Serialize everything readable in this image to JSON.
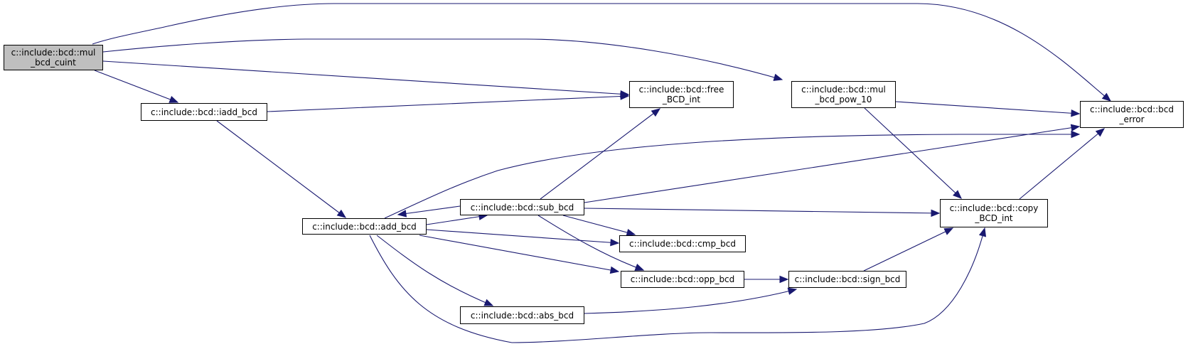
{
  "diagram": {
    "type": "call-graph",
    "root": "mul_bcd_cuint",
    "nodes": [
      {
        "id": "mul_bcd_cuint",
        "label": "c::include::bcd::mul\n_bcd_cuint",
        "root": true
      },
      {
        "id": "iadd_bcd",
        "label": "c::include::bcd::iadd_bcd"
      },
      {
        "id": "free_BCD_int",
        "label": "c::include::bcd::free\n_BCD_int"
      },
      {
        "id": "mul_bcd_pow_10",
        "label": "c::include::bcd::mul\n_bcd_pow_10"
      },
      {
        "id": "bcd_error",
        "label": "c::include::bcd::bcd\n_error"
      },
      {
        "id": "add_bcd",
        "label": "c::include::bcd::add_bcd"
      },
      {
        "id": "sub_bcd",
        "label": "c::include::bcd::sub_bcd"
      },
      {
        "id": "copy_BCD_int",
        "label": "c::include::bcd::copy\n_BCD_int"
      },
      {
        "id": "cmp_bcd",
        "label": "c::include::bcd::cmp_bcd"
      },
      {
        "id": "opp_bcd",
        "label": "c::include::bcd::opp_bcd"
      },
      {
        "id": "sign_bcd",
        "label": "c::include::bcd::sign_bcd"
      },
      {
        "id": "abs_bcd",
        "label": "c::include::bcd::abs_bcd"
      }
    ],
    "edges": [
      {
        "from": "mul_bcd_cuint",
        "to": "bcd_error"
      },
      {
        "from": "mul_bcd_cuint",
        "to": "mul_bcd_pow_10"
      },
      {
        "from": "mul_bcd_cuint",
        "to": "free_BCD_int"
      },
      {
        "from": "mul_bcd_cuint",
        "to": "iadd_bcd"
      },
      {
        "from": "iadd_bcd",
        "to": "free_BCD_int"
      },
      {
        "from": "iadd_bcd",
        "to": "add_bcd"
      },
      {
        "from": "mul_bcd_pow_10",
        "to": "bcd_error"
      },
      {
        "from": "mul_bcd_pow_10",
        "to": "copy_BCD_int"
      },
      {
        "from": "add_bcd",
        "to": "bcd_error"
      },
      {
        "from": "add_bcd",
        "to": "sub_bcd"
      },
      {
        "from": "add_bcd",
        "to": "cmp_bcd"
      },
      {
        "from": "add_bcd",
        "to": "opp_bcd"
      },
      {
        "from": "add_bcd",
        "to": "abs_bcd"
      },
      {
        "from": "add_bcd",
        "to": "copy_BCD_int"
      },
      {
        "from": "sub_bcd",
        "to": "add_bcd"
      },
      {
        "from": "sub_bcd",
        "to": "free_BCD_int"
      },
      {
        "from": "sub_bcd",
        "to": "bcd_error"
      },
      {
        "from": "sub_bcd",
        "to": "copy_BCD_int"
      },
      {
        "from": "sub_bcd",
        "to": "cmp_bcd"
      },
      {
        "from": "sub_bcd",
        "to": "opp_bcd"
      },
      {
        "from": "copy_BCD_int",
        "to": "bcd_error"
      },
      {
        "from": "opp_bcd",
        "to": "sign_bcd"
      },
      {
        "from": "sign_bcd",
        "to": "copy_BCD_int"
      },
      {
        "from": "abs_bcd",
        "to": "sign_bcd"
      }
    ],
    "colors": {
      "edge": "#191970",
      "root_fill": "#bfbfbf",
      "node_fill": "#ffffff",
      "border": "#000000"
    }
  }
}
